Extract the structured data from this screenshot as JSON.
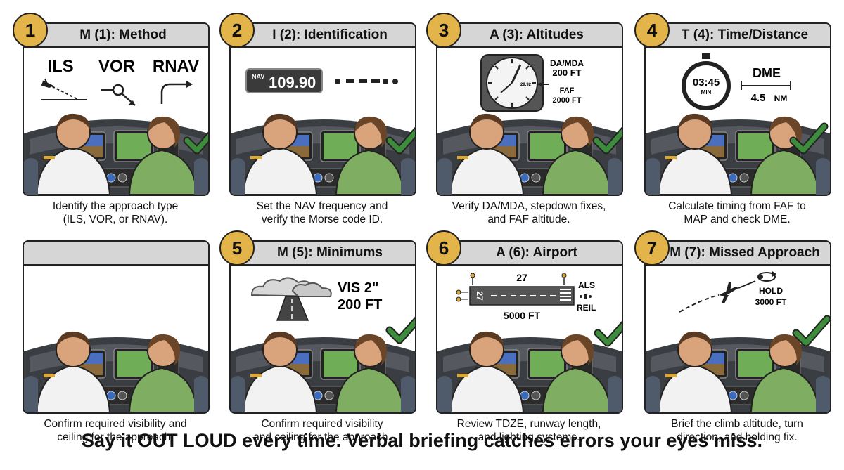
{
  "panels": [
    {
      "badge": "1",
      "title": "M (1): Method",
      "caption_line1": "Identify the approach type",
      "caption_line2": "(ILS, VOR, or RNAV).",
      "labels": {
        "ils": "ILS",
        "vor": "VOR",
        "rnav": "RNAV"
      }
    },
    {
      "badge": "2",
      "title": "I (2): Identification",
      "caption_line1": "Set the NAV frequency and",
      "caption_line2": "verify the Morse code ID.",
      "labels": {
        "nav_prefix": "NAV",
        "frequency": "109.90"
      }
    },
    {
      "badge": "3",
      "title": "A (3): Altitudes",
      "caption_line1": "Verify DA/MDA, stepdown fixes,",
      "caption_line2": "and FAF altitude.",
      "labels": {
        "damda": "DA/MDA",
        "damda_val": "200 FT",
        "faf": "FAF",
        "faf_val": "2000 FT",
        "altimeter_digits": "29.92"
      }
    },
    {
      "badge": "4",
      "title": "T (4): Time/Distance",
      "caption_line1": "Calculate timing from FAF to",
      "caption_line2": "MAP and check DME.",
      "labels": {
        "time": "03:45",
        "time_unit": "MIN",
        "dme": "DME",
        "dme_val": "4.5",
        "dme_unit": "NM"
      }
    },
    {
      "badge": "",
      "title": "",
      "caption_line1": "Confirm required visibility and",
      "caption_line2": "ceiling for the approach."
    },
    {
      "badge": "5",
      "title": "M (5): Minimums",
      "caption_line1": "Confirm required visibility",
      "caption_line2": "and ceiling for the approach.",
      "labels": {
        "vis": "VIS 2\"",
        "ceiling": "200 FT"
      }
    },
    {
      "badge": "6",
      "title": "A (6): Airport",
      "caption_line1": "Review TDZE, runway length,",
      "caption_line2": "and lighting systems.",
      "labels": {
        "rwy_top": "27",
        "rwy_side": "27",
        "length": "5000 FT",
        "als": "ALS",
        "reil": "REIL"
      }
    },
    {
      "badge": "7",
      "title": "M (7): Missed Approach",
      "caption_line1": "Brief the climb altitude, turn",
      "caption_line2": "direction, and holding fix.",
      "labels": {
        "hold": "HOLD",
        "hold_alt": "3000 FT"
      }
    }
  ],
  "footer": "Say it OUT LOUD every time. Verbal briefing catches errors your eyes miss.",
  "colors": {
    "badge": "#e3b44a",
    "title_bar": "#d6d6d6",
    "check": "#3c8c3c",
    "outline": "#222222"
  },
  "icons": [
    "checkmark-icon",
    "ils-glideslope-icon",
    "vor-radial-icon",
    "rnav-turn-icon",
    "morse-code-icon",
    "altimeter-icon",
    "stopwatch-icon",
    "cloud-icon",
    "runway-icon",
    "airplane-icon",
    "holding-pattern-icon"
  ]
}
